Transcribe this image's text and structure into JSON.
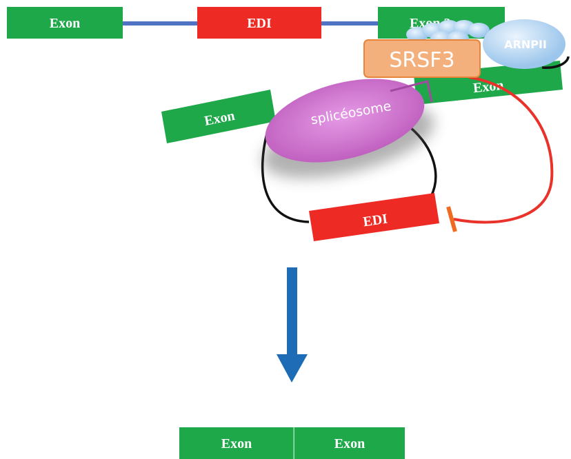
{
  "colors": {
    "exon": "#1fa84a",
    "edi": "#ee2a24",
    "linker": "#4f74c4",
    "intron": "#111111",
    "inhibition": "#e8322a",
    "inhibition_bar": "#f06a22",
    "spliceosome": "#cf72cf",
    "srsf3_fill": "#f4b07c",
    "srsf3_border": "#e8833a",
    "srsf3_text": "#ffffff",
    "arnpii": "#9cc6ec",
    "arrow": "#1f6cb6",
    "white": "#ffffff"
  },
  "top_row": {
    "exon1_label": "Exon",
    "edi_label": "EDI",
    "exon2_label": "Exon 2"
  },
  "spliceosome_complex": {
    "exon_left_label": "Exon",
    "exon_right_label": "Exon",
    "spliceosome_label": "splicéosome",
    "edi_label": "EDI",
    "srsf3_label": "SRSF3",
    "arnpii_label": "ARNPII"
  },
  "result_row": {
    "exon_left_label": "Exon",
    "exon_right_label": "Exon"
  }
}
